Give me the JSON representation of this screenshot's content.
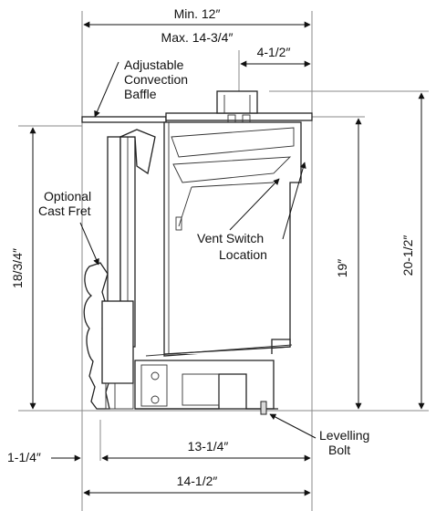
{
  "dimensions": {
    "min_width": "Min. 12″",
    "max_width": "Max. 14-3/4″",
    "vent_offset": "4-1/2″",
    "left_height": "18/3/4″",
    "inner_height": "19″",
    "outer_height": "20-1/2″",
    "fret_offset": "1-1/4″",
    "depth_inner": "13-1/4″",
    "depth_outer": "14-1/2″"
  },
  "callouts": {
    "baffle": [
      "Adjustable",
      "Convection",
      "Baffle"
    ],
    "fret": [
      "Optional",
      "Cast Fret"
    ],
    "vent_switch": [
      "Vent Switch",
      "Location"
    ],
    "levelling": [
      "Levelling",
      "Bolt"
    ]
  }
}
